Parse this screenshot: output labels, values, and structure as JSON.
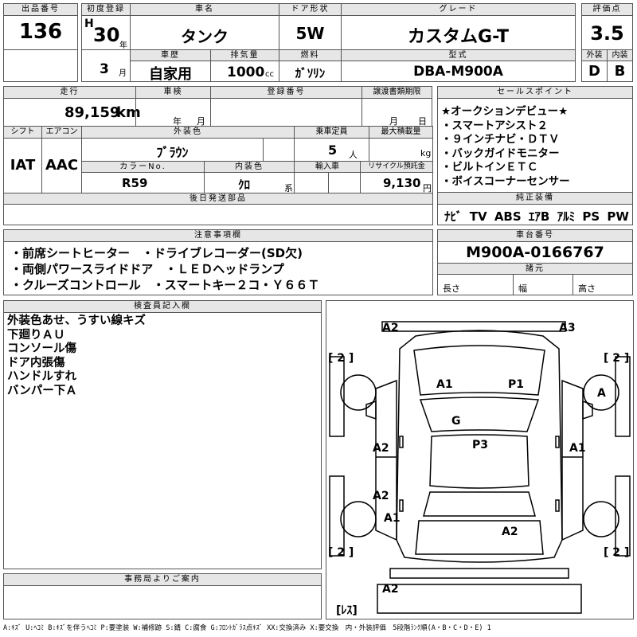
{
  "labels": {
    "lot_no": "出品番号",
    "first_reg": "初度登録",
    "car_name": "車名",
    "door": "ドア形状",
    "grade": "グレード",
    "score": "評価点",
    "history": "車歴",
    "displacement": "排気量",
    "fuel": "燃料",
    "model_code": "型式",
    "exterior": "外装",
    "interior": "内装",
    "mileage": "走行",
    "inspection": "車検",
    "registration_no": "登録番号",
    "transfer_deadline": "譲渡書類期限",
    "sales_points": "セールスポイント",
    "shift": "シフト",
    "aircon": "エアコン",
    "ext_color": "外装色",
    "capacity": "乗車定員",
    "max_load": "最大積載量",
    "color_no": "カラーNo.",
    "int_color": "内装色",
    "import": "輸入車",
    "recycle": "リサイクル預託金",
    "later_parts": "後日発送部品",
    "std_equipment": "純正装備",
    "notes": "注意事項欄",
    "chassis": "車台番号",
    "dimensions": "諸元",
    "length": "長さ",
    "width": "幅",
    "height": "高さ",
    "inspector": "検査員記入欄",
    "office": "事務局よりご案内"
  },
  "units": {
    "year": "年",
    "month": "月",
    "cc": "cc",
    "km": "km",
    "persons": "人",
    "kg": "kg",
    "series": "系",
    "yen": "円"
  },
  "vehicle": {
    "lot_number": "136",
    "era": "H",
    "reg_year": "30",
    "reg_month": "3",
    "name": "タンク",
    "door": "5W",
    "grade": "カスタムG-T",
    "score": "3.5",
    "history": "自家用",
    "displacement": "1000",
    "fuel": "ｶﾞｿﾘﾝ",
    "model_code": "DBA-M900A",
    "ext_grade": "D",
    "int_grade": "B",
    "mileage": "89,159",
    "shift": "IAT",
    "aircon": "AAC",
    "color": "ﾌﾞﾗｳﾝ",
    "capacity": "5",
    "color_no": "R59",
    "int_color": "ｸﾛ",
    "recycle": "9,130",
    "chassis": "M900A-0166767"
  },
  "sales_points": [
    "★オークションデビュー★",
    "・スマートアシスト２",
    "・９インチナビ・ＤＴＶ",
    "・バックガイドモニター",
    "・ビルトインＥＴＣ",
    "・ボイスコーナーセンサー"
  ],
  "equipment": [
    "ﾅﾋﾞ",
    "TV",
    "ABS",
    "ｴｱB",
    "ｱﾙﾐ",
    "PS",
    "PW"
  ],
  "notes": [
    "・前席シートヒーター　・ドライブレコーダー(SD欠)",
    "・両側パワースライドドア　・ＬＥＤヘッドランプ",
    "・クルーズコントロール　・スマートキー２コ・Ｙ６６Ｔ"
  ],
  "inspector_notes": [
    "外装色あせ、うすい線キズ",
    "下廻りＡＵ",
    "コンソール傷",
    "ドア内張傷",
    "ハンドルすれ",
    "バンパー下Ａ"
  ],
  "diagram": {
    "front_left": "A2",
    "front_right": "A3",
    "tire_fl": "[ 2 ]",
    "tire_fr": "[ 2 ]",
    "tire_rl": "[ 2 ]",
    "tire_rr": "[ 2 ]",
    "spare": "[ﾚｽ]",
    "hood_left": "A1",
    "hood_right": "P1",
    "windshield": "G",
    "roof": "P3",
    "left_front_door": "A2",
    "left_rear_door": "A2",
    "left_rear_fender": "A1",
    "right_front_door": "A1",
    "tailgate": "A2",
    "rear_bumper": "A2",
    "wheel_fr": "A"
  },
  "legend": "A:ｷｽﾞ U:ﾍｺﾐ B:ｷｽﾞを伴うﾍｺﾐ P:要塗装 W:補修跡 S:錆 C:腐食 G:ﾌﾛﾝﾄｶﾞﾗｽ点ｷｽﾞ XX:交換済み X:要交換　内・外装評価　5段階ﾗﾝｸ順(A・B・C・D・E) 1"
}
